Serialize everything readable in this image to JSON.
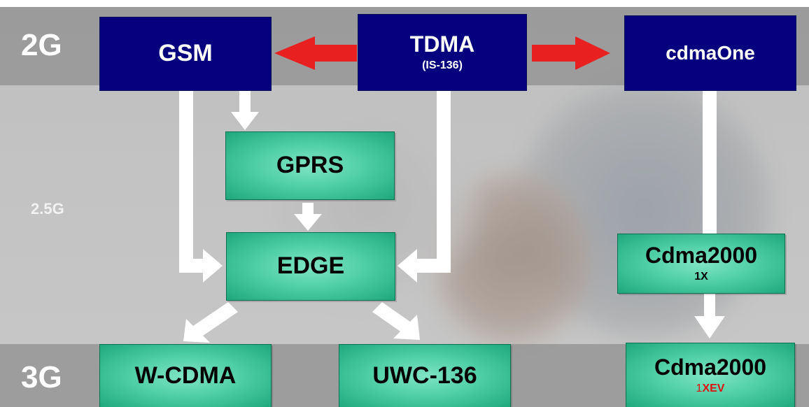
{
  "generations": {
    "g2": "2G",
    "g25": "2.5G",
    "g3": "3G"
  },
  "nodes": {
    "gsm": {
      "label": "GSM"
    },
    "tdma": {
      "label": "TDMA",
      "sublabel": "(IS-136)"
    },
    "cdmaone": {
      "label": "cdmaOne"
    },
    "gprs": {
      "label": "GPRS"
    },
    "edge": {
      "label": "EDGE"
    },
    "cdma2000_1x": {
      "label": "Cdma2000",
      "sublabel": "1X"
    },
    "wcdma": {
      "label": "W-CDMA"
    },
    "uwc136": {
      "label": "UWC-136"
    },
    "cdma2000_1xev": {
      "label": "Cdma2000",
      "sublabel_prefix": "1",
      "sublabel_rest": "XEV"
    }
  },
  "colors": {
    "gen2_box": "#06007e",
    "green_box": "#4fcfa6",
    "red_arrow": "#e82020",
    "white_arrow": "#ffffff",
    "highlight_text": "#e01010"
  },
  "edges": [
    {
      "from": "TDMA",
      "to": "GSM",
      "color": "red"
    },
    {
      "from": "TDMA",
      "to": "cdmaOne",
      "color": "red"
    },
    {
      "from": "GSM",
      "to": "GPRS",
      "color": "white"
    },
    {
      "from": "GSM",
      "to": "EDGE",
      "color": "white"
    },
    {
      "from": "GPRS",
      "to": "EDGE",
      "color": "white"
    },
    {
      "from": "TDMA",
      "to": "EDGE",
      "color": "white"
    },
    {
      "from": "EDGE",
      "to": "W-CDMA",
      "color": "white"
    },
    {
      "from": "EDGE",
      "to": "UWC-136",
      "color": "white"
    },
    {
      "from": "cdmaOne",
      "to": "Cdma2000 1X",
      "color": "white"
    },
    {
      "from": "Cdma2000 1X",
      "to": "Cdma2000 1XEV",
      "color": "white"
    }
  ]
}
